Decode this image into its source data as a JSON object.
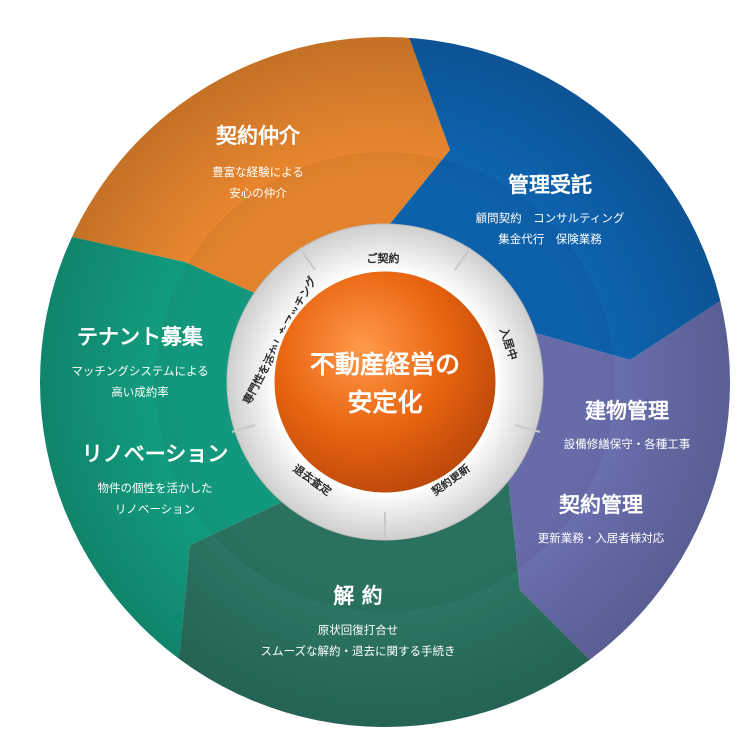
{
  "center": {
    "line1": "不動産経営の",
    "line2": "安定化"
  },
  "ring": {
    "labels": [
      "ご契約",
      "入居中",
      "契約更新",
      "退去査定",
      "専門性を活かしたマッチング"
    ]
  },
  "segments": {
    "keiyaku_chukai": {
      "title": "契約仲介",
      "desc1": "豊富な経験による",
      "desc2": "安心の仲介"
    },
    "kanri_jutaku": {
      "title": "管理受託",
      "desc1": "顧問契約　コンサルティング",
      "desc2": "集金代行　保険業務"
    },
    "tatemono_kanri": {
      "title": "建物管理",
      "desc1": "設備修繕保守・各種工事"
    },
    "keiyaku_kanri": {
      "title": "契約管理",
      "desc1": "更新業務・入居者様対応"
    },
    "kaiyaku": {
      "title": "解 約",
      "desc1": "原状回復打合せ",
      "desc2": "スムーズな解約・退去に関する手続き"
    },
    "tenant_boshu": {
      "title": "テナント募集",
      "desc1": "マッチングシステムによる",
      "desc2": "高い成約率"
    },
    "renovation": {
      "title": "リノベーション",
      "desc1": "物件の個性を活かした",
      "desc2": "リノベーション"
    }
  },
  "colors": {
    "orange": "#ef8a2f",
    "blue": "#0e66b4",
    "purple": "#6d72b3",
    "dark_green": "#2d7866",
    "green": "#13a183",
    "center_orange": "#e6600f",
    "ring_white": "#f2f2f2"
  }
}
